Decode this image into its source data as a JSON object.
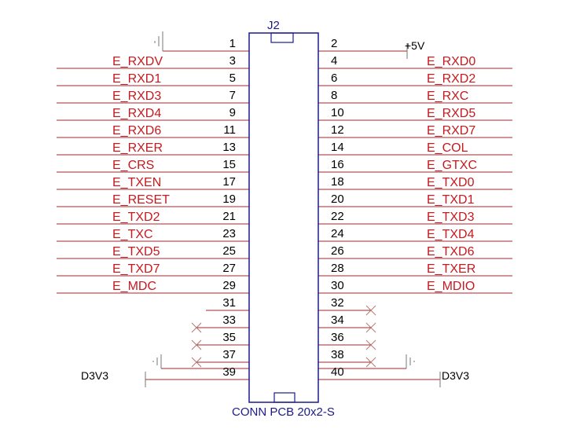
{
  "connector": {
    "ref": "J2",
    "part": "CONN PCB 20x2-S",
    "colors": {
      "wire": "#a0282c",
      "net": "#c8191e",
      "body": "#1a1a8c",
      "text": "#000000",
      "nc": "#b5776f",
      "power": "#777777"
    }
  },
  "left_pins": [
    {
      "pin": "1",
      "net": "",
      "kind": "gnd"
    },
    {
      "pin": "3",
      "net": "E_RXDV",
      "kind": "net"
    },
    {
      "pin": "5",
      "net": "E_RXD1",
      "kind": "net"
    },
    {
      "pin": "7",
      "net": "E_RXD3",
      "kind": "net"
    },
    {
      "pin": "9",
      "net": "E_RXD4",
      "kind": "net"
    },
    {
      "pin": "11",
      "net": "E_RXD6",
      "kind": "net"
    },
    {
      "pin": "13",
      "net": "E_RXER",
      "kind": "net"
    },
    {
      "pin": "15",
      "net": "E_CRS",
      "kind": "net"
    },
    {
      "pin": "17",
      "net": "E_TXEN",
      "kind": "net"
    },
    {
      "pin": "19",
      "net": "E_RESET",
      "kind": "net"
    },
    {
      "pin": "21",
      "net": "E_TXD2",
      "kind": "net"
    },
    {
      "pin": "23",
      "net": "E_TXC",
      "kind": "net"
    },
    {
      "pin": "25",
      "net": "E_TXD5",
      "kind": "net"
    },
    {
      "pin": "27",
      "net": "E_TXD7",
      "kind": "net"
    },
    {
      "pin": "29",
      "net": "E_MDC",
      "kind": "net"
    },
    {
      "pin": "31",
      "net": "",
      "kind": "plain"
    },
    {
      "pin": "33",
      "net": "",
      "kind": "nc"
    },
    {
      "pin": "35",
      "net": "",
      "kind": "nc"
    },
    {
      "pin": "37",
      "net": "",
      "kind": "nc-gnd"
    },
    {
      "pin": "39",
      "net": "D3V3",
      "kind": "power"
    }
  ],
  "right_pins": [
    {
      "pin": "2",
      "net": "+5V",
      "kind": "power5"
    },
    {
      "pin": "4",
      "net": "E_RXD0",
      "kind": "net"
    },
    {
      "pin": "6",
      "net": "E_RXD2",
      "kind": "net"
    },
    {
      "pin": "8",
      "net": "E_RXC",
      "kind": "net"
    },
    {
      "pin": "10",
      "net": "E_RXD5",
      "kind": "net"
    },
    {
      "pin": "12",
      "net": "E_RXD7",
      "kind": "net"
    },
    {
      "pin": "14",
      "net": "E_COL",
      "kind": "net"
    },
    {
      "pin": "16",
      "net": "E_GTXC",
      "kind": "net"
    },
    {
      "pin": "18",
      "net": "E_TXD0",
      "kind": "net"
    },
    {
      "pin": "20",
      "net": "E_TXD1",
      "kind": "net"
    },
    {
      "pin": "22",
      "net": "E_TXD3",
      "kind": "net"
    },
    {
      "pin": "24",
      "net": "E_TXD4",
      "kind": "net"
    },
    {
      "pin": "26",
      "net": "E_TXD6",
      "kind": "net"
    },
    {
      "pin": "28",
      "net": "E_TXER",
      "kind": "net"
    },
    {
      "pin": "30",
      "net": "E_MDIO",
      "kind": "net"
    },
    {
      "pin": "32",
      "net": "",
      "kind": "nc"
    },
    {
      "pin": "34",
      "net": "",
      "kind": "nc"
    },
    {
      "pin": "36",
      "net": "",
      "kind": "nc"
    },
    {
      "pin": "38",
      "net": "",
      "kind": "nc-gnd"
    },
    {
      "pin": "40",
      "net": "D3V3",
      "kind": "power"
    }
  ]
}
